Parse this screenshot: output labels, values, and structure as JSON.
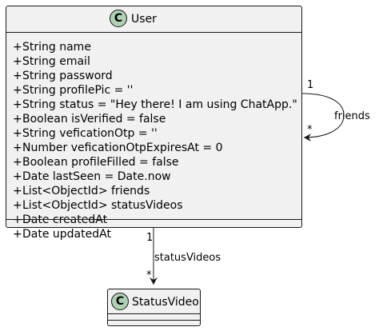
{
  "classes": {
    "user": {
      "stereotype": "C",
      "name": "User",
      "attributes": [
        {
          "vis": "+",
          "text": "String name"
        },
        {
          "vis": "+",
          "text": "String email"
        },
        {
          "vis": "+",
          "text": "String password"
        },
        {
          "vis": "+",
          "text": "String profilePic = ''"
        },
        {
          "vis": "+",
          "text": "String status = \"Hey there! I am using ChatApp.\""
        },
        {
          "vis": "+",
          "text": "Boolean isVerified = false"
        },
        {
          "vis": "+",
          "text": "String veficationOtp = ''"
        },
        {
          "vis": "+",
          "text": "Number veficationOtpExpiresAt = 0"
        },
        {
          "vis": "+",
          "text": "Boolean profileFilled = false"
        },
        {
          "vis": "+",
          "text": "Date lastSeen = Date.now"
        },
        {
          "vis": "+",
          "text": "List<ObjectId> friends"
        },
        {
          "vis": "+",
          "text": "List<ObjectId> statusVideos"
        },
        {
          "vis": "+",
          "text": "Date createdAt"
        },
        {
          "vis": "+",
          "text": "Date updatedAt"
        }
      ]
    },
    "status_video": {
      "stereotype": "C",
      "name": "StatusVideo"
    }
  },
  "relations": {
    "friends": {
      "label": "friends",
      "source_mult": "1",
      "target_mult": "*"
    },
    "status_videos": {
      "label": "statusVideos",
      "source_mult": "1",
      "target_mult": "*"
    }
  },
  "colors": {
    "class_fill": "#f1f1f1",
    "class_border": "#181818",
    "stereotype_circle": "#add1b2"
  }
}
